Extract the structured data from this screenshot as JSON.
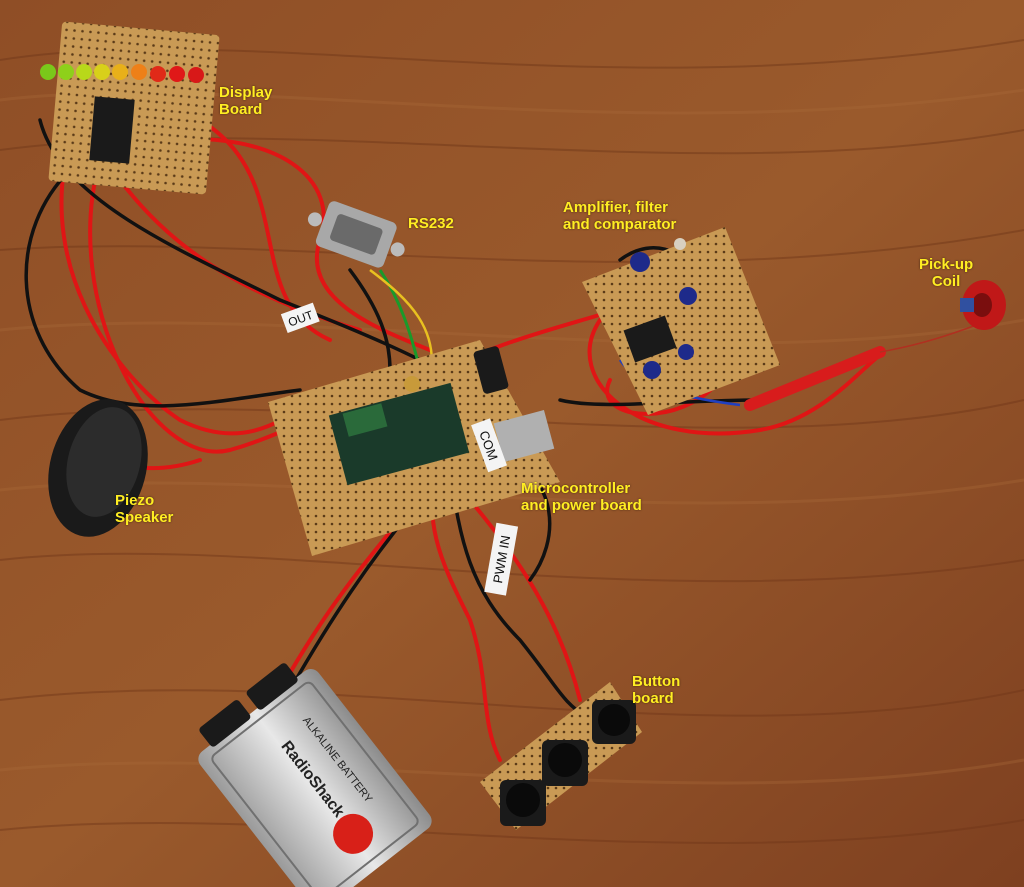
{
  "labels": {
    "display_board": [
      "Display",
      "Board"
    ],
    "rs232": [
      "RS232"
    ],
    "amplifier": [
      "Amplifier, filter",
      "and comparator"
    ],
    "pickup_coil": [
      "Pick-up",
      "Coil"
    ],
    "piezo": [
      "Piezo",
      "Speaker"
    ],
    "microcontroller": [
      "Microcontroller",
      "and power board"
    ],
    "button_board": [
      "Button",
      "board"
    ]
  },
  "wire_tags": {
    "out": "OUT",
    "com": "COM",
    "pwm_in": "PWM IN"
  },
  "battery": {
    "brand": "RadioShack",
    "type": "ALKALINE BATTERY"
  },
  "colors": {
    "label_text": "#ffee22",
    "wood": "#8a4a22",
    "wood_dark": "#6e3618",
    "board": "#c99a55",
    "wire_red": "#e01515",
    "wire_black": "#111111"
  }
}
